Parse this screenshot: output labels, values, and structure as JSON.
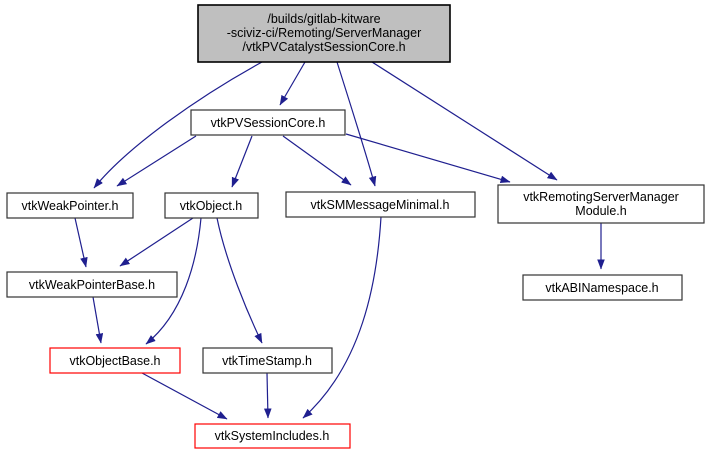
{
  "diagram": {
    "kind": "include-dependency-graph",
    "background_color": "#ffffff",
    "edge_color": "#1f1f8f",
    "colors": {
      "current_node_fill": "#bfbfbf",
      "node_fill": "#ffffff",
      "node_border": "#333333",
      "highlight_border": "#ff0000",
      "text": "#000000"
    },
    "nodes": [
      {
        "id": "catalyst-session-core",
        "lines": [
          "/builds/gitlab-kitware",
          "-sciviz-ci/Remoting/ServerManager",
          "/vtkPVCatalystSessionCore.h"
        ],
        "style": "current"
      },
      {
        "id": "pv-session-core",
        "label": "vtkPVSessionCore.h",
        "style": "normal"
      },
      {
        "id": "weak-pointer",
        "label": "vtkWeakPointer.h",
        "style": "normal"
      },
      {
        "id": "object",
        "label": "vtkObject.h",
        "style": "normal"
      },
      {
        "id": "sm-message-minimal",
        "label": "vtkSMMessageMinimal.h",
        "style": "normal"
      },
      {
        "id": "remoting-server-manager-module",
        "lines": [
          "vtkRemotingServerManager",
          "Module.h"
        ],
        "style": "normal"
      },
      {
        "id": "weak-pointer-base",
        "label": "vtkWeakPointerBase.h",
        "style": "normal"
      },
      {
        "id": "abi-namespace",
        "label": "vtkABINamespace.h",
        "style": "normal"
      },
      {
        "id": "object-base",
        "label": "vtkObjectBase.h",
        "style": "red"
      },
      {
        "id": "time-stamp",
        "label": "vtkTimeStamp.h",
        "style": "normal"
      },
      {
        "id": "system-includes",
        "label": "vtkSystemIncludes.h",
        "style": "red"
      }
    ],
    "edges": [
      {
        "from": "catalyst-session-core",
        "to": "pv-session-core"
      },
      {
        "from": "catalyst-session-core",
        "to": "weak-pointer"
      },
      {
        "from": "catalyst-session-core",
        "to": "sm-message-minimal"
      },
      {
        "from": "catalyst-session-core",
        "to": "remoting-server-manager-module"
      },
      {
        "from": "pv-session-core",
        "to": "weak-pointer"
      },
      {
        "from": "pv-session-core",
        "to": "object"
      },
      {
        "from": "pv-session-core",
        "to": "sm-message-minimal"
      },
      {
        "from": "pv-session-core",
        "to": "remoting-server-manager-module"
      },
      {
        "from": "weak-pointer",
        "to": "weak-pointer-base"
      },
      {
        "from": "object",
        "to": "weak-pointer-base"
      },
      {
        "from": "object",
        "to": "object-base"
      },
      {
        "from": "object",
        "to": "time-stamp"
      },
      {
        "from": "weak-pointer-base",
        "to": "object-base"
      },
      {
        "from": "object-base",
        "to": "system-includes"
      },
      {
        "from": "time-stamp",
        "to": "system-includes"
      },
      {
        "from": "sm-message-minimal",
        "to": "system-includes"
      },
      {
        "from": "remoting-server-manager-module",
        "to": "abi-namespace"
      }
    ]
  }
}
